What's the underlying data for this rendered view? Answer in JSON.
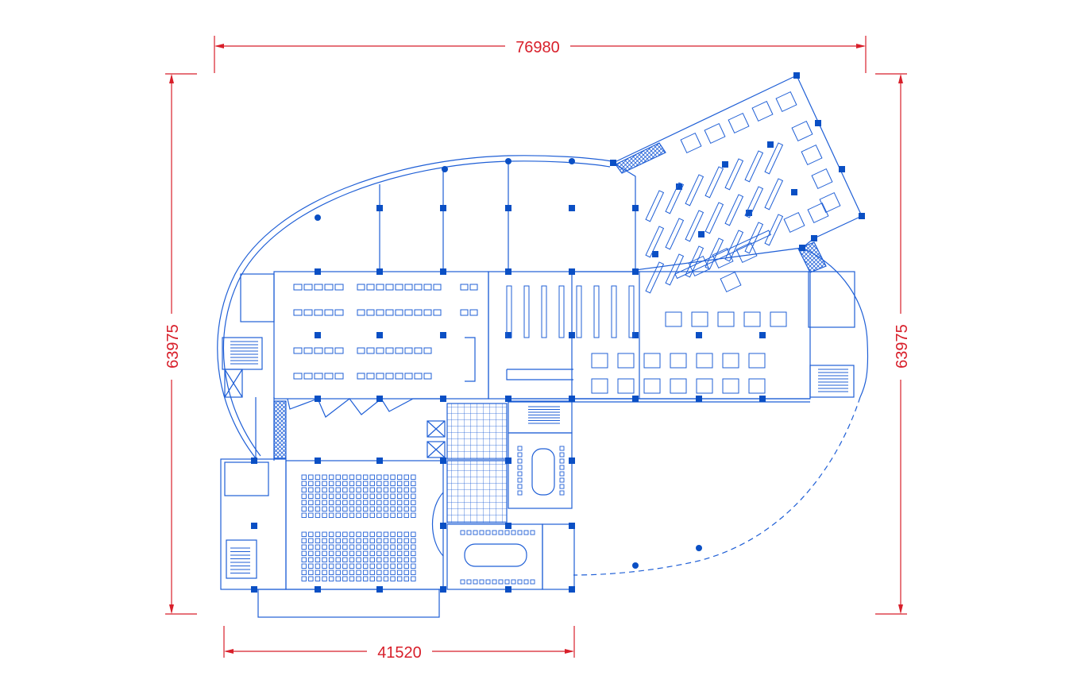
{
  "dimensions": {
    "top_width": "76980",
    "left_height": "63975",
    "right_height": "63975",
    "bottom_width": "41520"
  },
  "colors": {
    "background": "#ffffff",
    "plan_line": "#1f5fd6",
    "column_fill": "#0a4fc4",
    "dimension": "#d81f2a"
  },
  "icons": {
    "column": "square-column-icon",
    "stair": "stair-icon",
    "desk": "desk-icon",
    "seat": "auditorium-seat-icon"
  }
}
